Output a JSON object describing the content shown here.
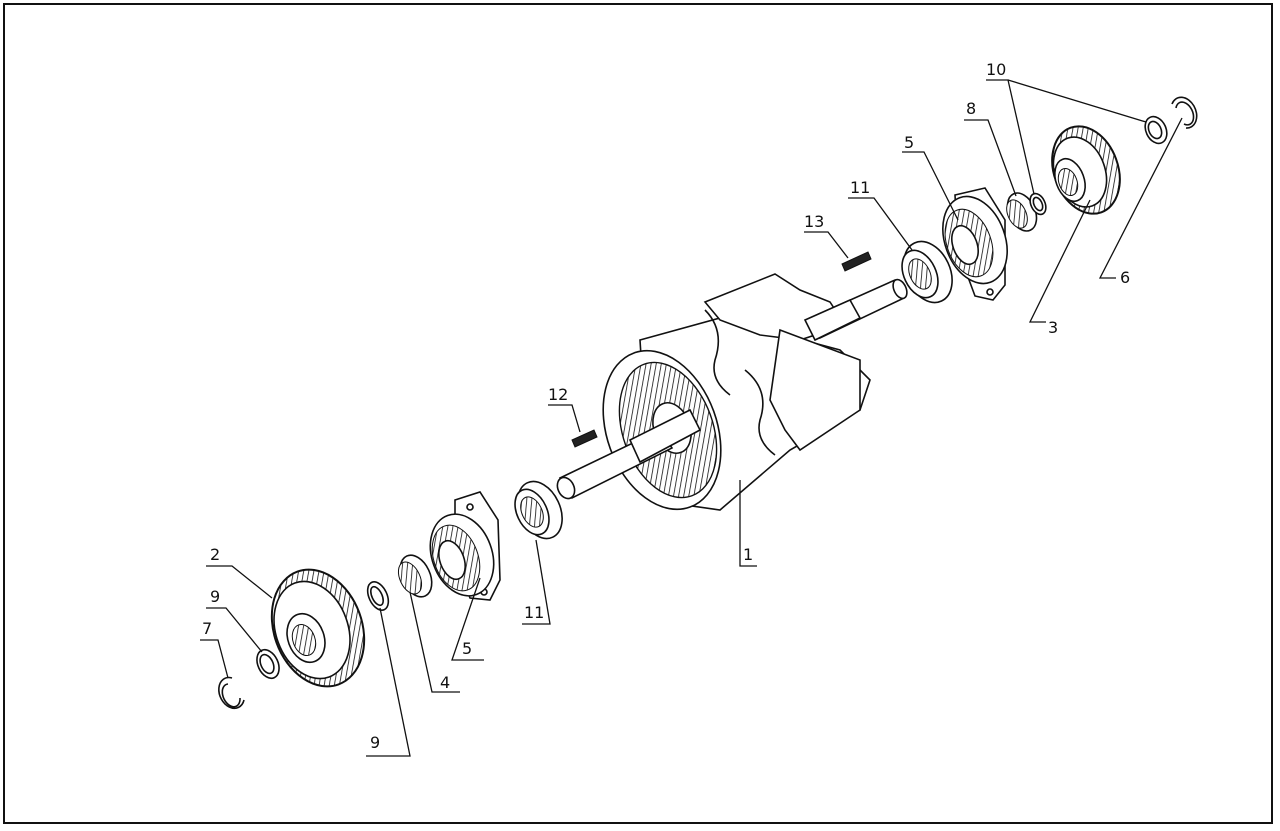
{
  "labels": {
    "l1": "1",
    "l2": "2",
    "l3": "3",
    "l4": "4",
    "l5a": "5",
    "l5b": "5",
    "l6": "6",
    "l7": "7",
    "l8": "8",
    "l9a": "9",
    "l9b": "9",
    "l10": "10",
    "l11a": "11",
    "l11b": "11",
    "l12": "12",
    "l13": "13"
  }
}
